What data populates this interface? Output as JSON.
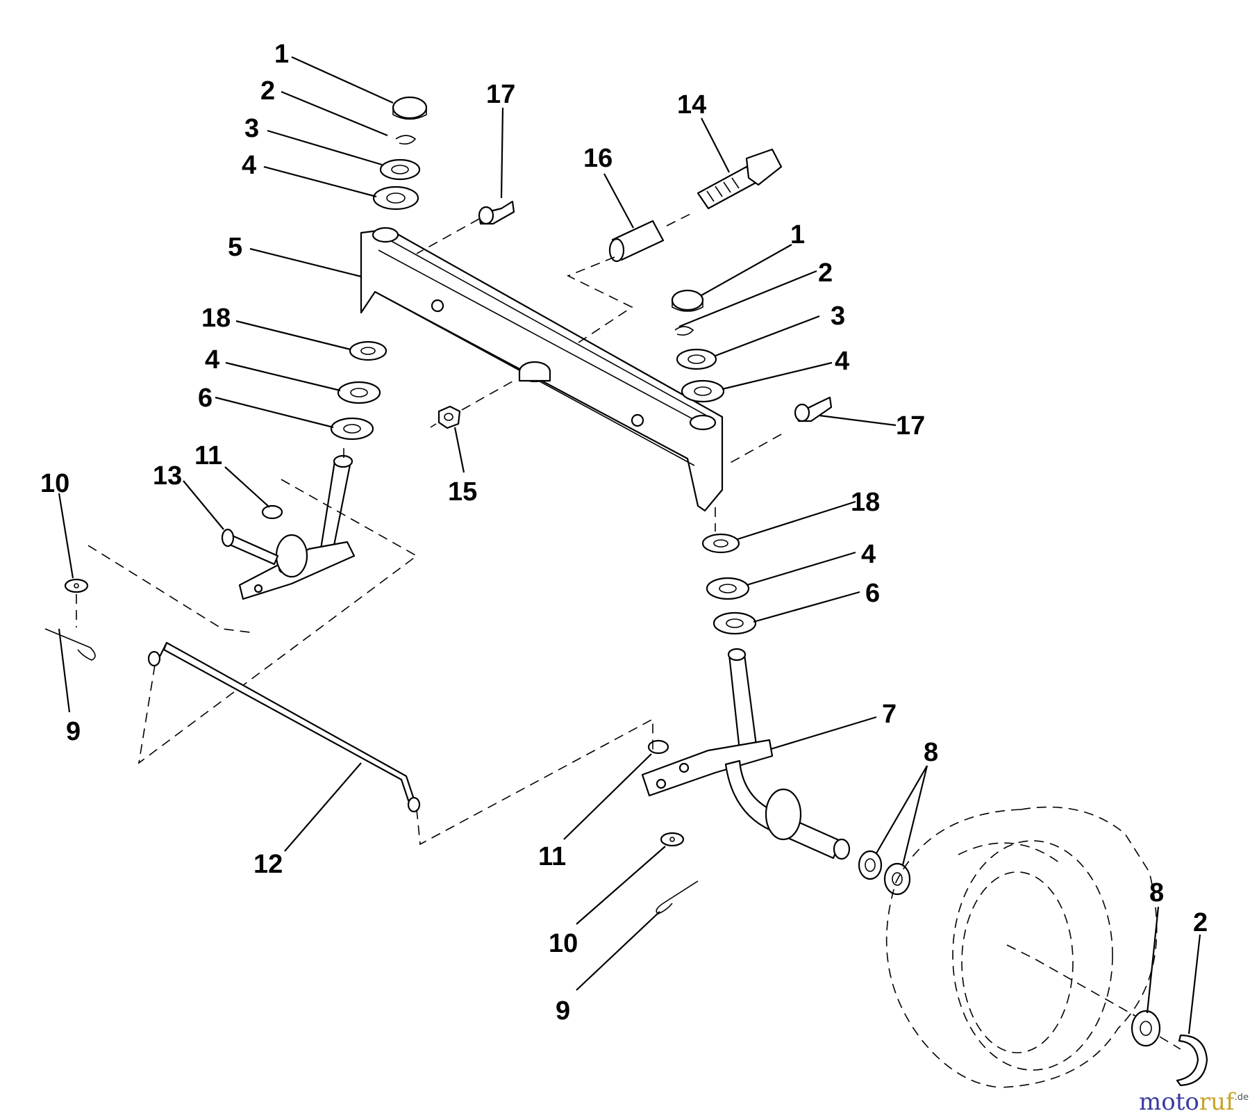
{
  "diagram": {
    "callouts": [
      {
        "id": "c-l-1",
        "text": "1"
      },
      {
        "id": "c-l-2",
        "text": "2"
      },
      {
        "id": "c-l-3",
        "text": "3"
      },
      {
        "id": "c-l-4a",
        "text": "4"
      },
      {
        "id": "c-l-5",
        "text": "5"
      },
      {
        "id": "c-l-18",
        "text": "18"
      },
      {
        "id": "c-l-4b",
        "text": "4"
      },
      {
        "id": "c-l-6",
        "text": "6"
      },
      {
        "id": "c-l-11",
        "text": "11"
      },
      {
        "id": "c-l-13",
        "text": "13"
      },
      {
        "id": "c-l-10",
        "text": "10"
      },
      {
        "id": "c-l-9",
        "text": "9"
      },
      {
        "id": "c-17a",
        "text": "17"
      },
      {
        "id": "c-16",
        "text": "16"
      },
      {
        "id": "c-14",
        "text": "14"
      },
      {
        "id": "c-r-1",
        "text": "1"
      },
      {
        "id": "c-r-2",
        "text": "2"
      },
      {
        "id": "c-r-3",
        "text": "3"
      },
      {
        "id": "c-r-4a",
        "text": "4"
      },
      {
        "id": "c-17b",
        "text": "17"
      },
      {
        "id": "c-15",
        "text": "15"
      },
      {
        "id": "c-r-18",
        "text": "18"
      },
      {
        "id": "c-r-4b",
        "text": "4"
      },
      {
        "id": "c-r-6",
        "text": "6"
      },
      {
        "id": "c-7",
        "text": "7"
      },
      {
        "id": "c-8a",
        "text": "8"
      },
      {
        "id": "c-12",
        "text": "12"
      },
      {
        "id": "c-r-11",
        "text": "11"
      },
      {
        "id": "c-r-10",
        "text": "10"
      },
      {
        "id": "c-r-9",
        "text": "9"
      },
      {
        "id": "c-8b",
        "text": "8"
      },
      {
        "id": "c-r-2b",
        "text": "2"
      }
    ],
    "watermark": {
      "part1": "moto",
      "part2": "ruf",
      "suffix": ".de"
    }
  }
}
